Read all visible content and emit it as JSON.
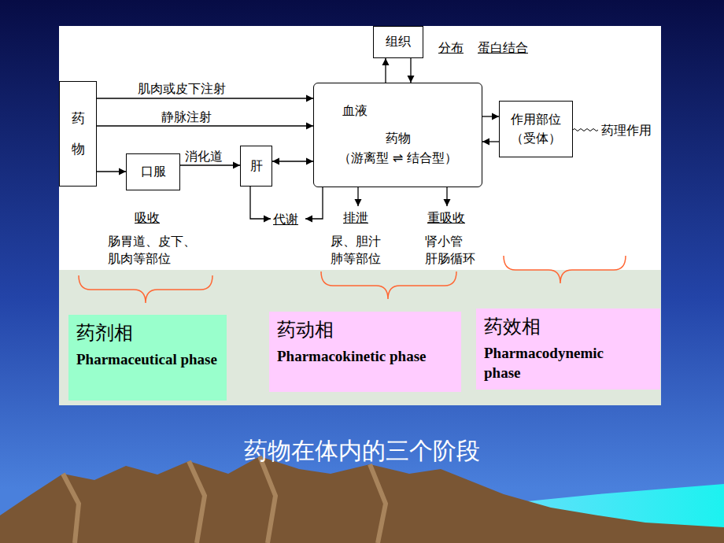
{
  "diagram": {
    "caption": "药物在体内的三个阶段",
    "nodes": [
      {
        "text": [
          "药 物"
        ]
      },
      {
        "text": [
          "组织"
        ]
      },
      {
        "text": [
          "血液",
          "药物",
          "（游离型 ⇌ 结合型）"
        ]
      },
      {
        "text": [
          "作用部位 （受体）"
        ]
      },
      {
        "text": [
          "口服"
        ]
      },
      {
        "text": [
          "肝"
        ]
      },
      {
        "text": [
          "药剂相",
          "Pharmaceutical phase"
        ]
      },
      {
        "text": [
          "药动相",
          "Pharmacokinetic phase"
        ]
      },
      {
        "text": [
          "药效相",
          "Pharmacodynemic phase"
        ]
      }
    ],
    "edges": [
      {
        "from": 0,
        "to": 2,
        "label": "肌肉或皮下注射",
        "arrow": "to"
      },
      {
        "from": 0,
        "to": 2,
        "label": "静脉注射",
        "arrow": "to"
      },
      {
        "from": 0,
        "to": 4,
        "arrow": "to"
      },
      {
        "from": 4,
        "to": 5,
        "label": "消化道",
        "arrow": "to"
      },
      {
        "from": 5,
        "to": 2,
        "arrow": "both"
      },
      {
        "from": 2,
        "to": 1,
        "arrow": "to"
      },
      {
        "from": 1,
        "to": 2,
        "arrow": "to"
      },
      {
        "from": 2,
        "to": 3,
        "arrow": "to"
      },
      {
        "from": 3,
        "to": 2,
        "arrow": "to"
      }
    ],
    "labels": [
      "分布",
      "蛋白结合",
      "药理作用",
      "吸收",
      "肠胃道、皮下、 肌肉等部位",
      "代谢",
      "排泄",
      "尿、胆汁 肺等部位",
      "重吸收",
      "肾小管 肝肠循环"
    ]
  }
}
